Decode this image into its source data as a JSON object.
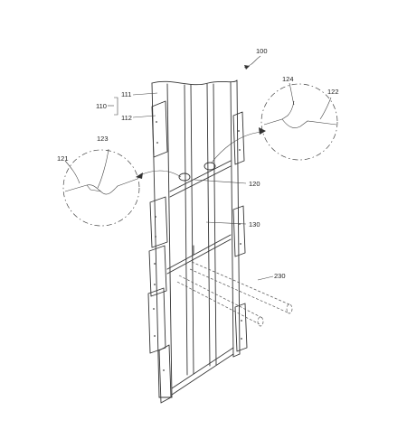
{
  "figure": {
    "labels": {
      "ref_100": "100",
      "ref_110": "110",
      "ref_111": "111",
      "ref_112": "112",
      "ref_120": "120",
      "ref_121": "121",
      "ref_122": "122",
      "ref_123": "123",
      "ref_124": "124",
      "ref_130": "130",
      "ref_230": "230"
    }
  }
}
